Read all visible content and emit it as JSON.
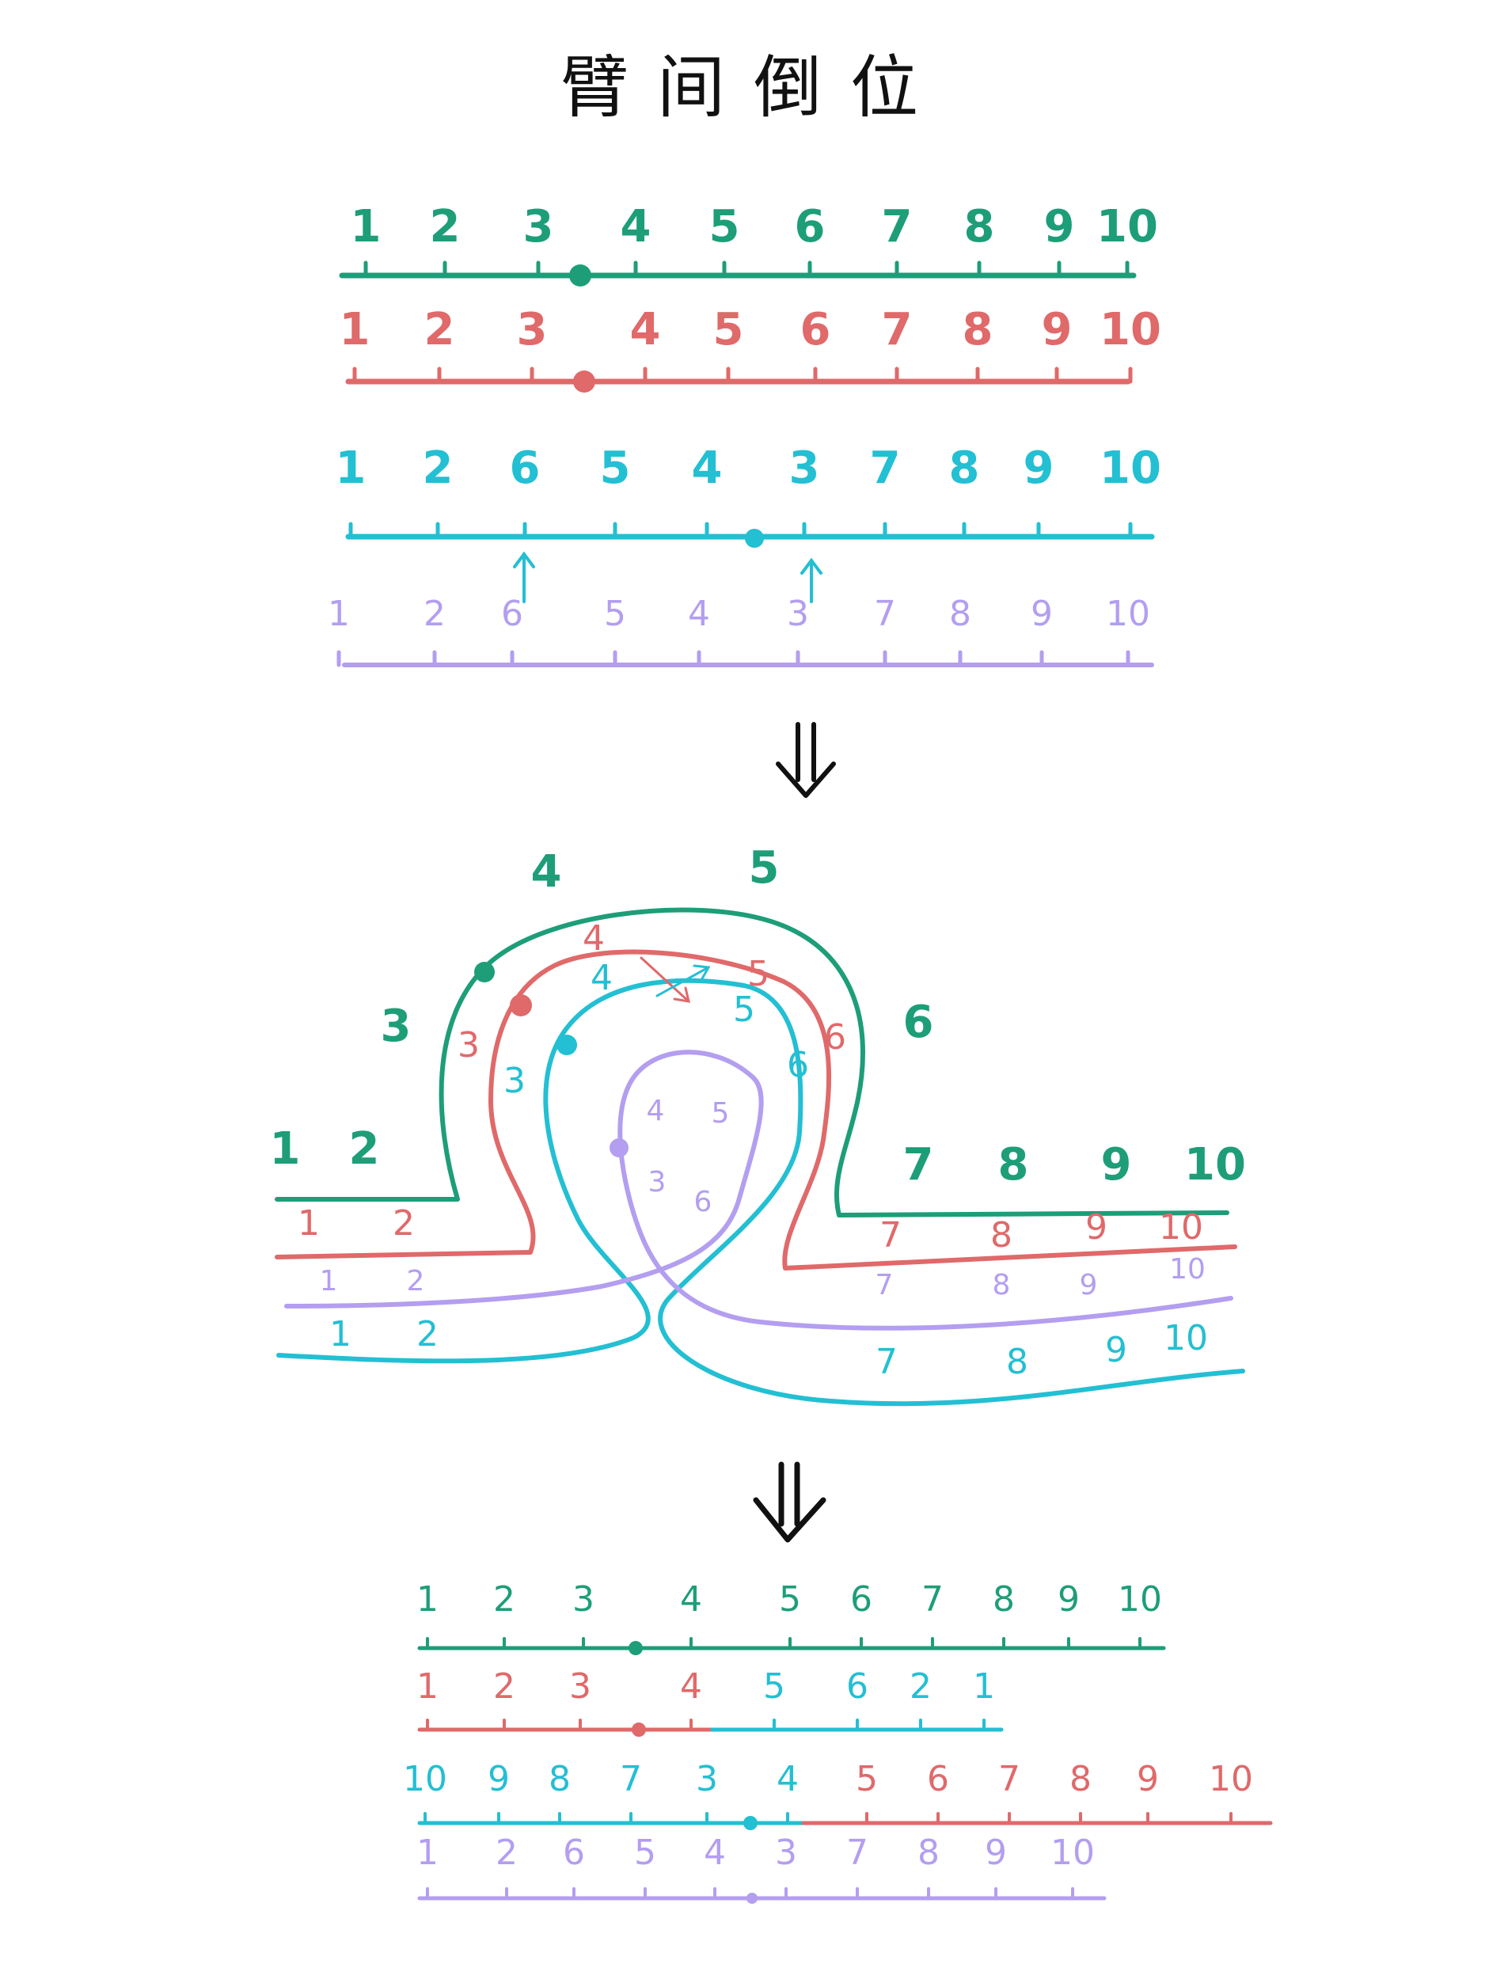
{
  "title": "臂间倒位",
  "colors": {
    "green": "#1d9e78",
    "red": "#e0696a",
    "cyan": "#23bfd3",
    "purple": "#b39ef0",
    "ink": "#111111"
  },
  "panel1": {
    "rows": [
      {
        "color": "green",
        "labels": [
          "1",
          "2",
          "3",
          "4",
          "5",
          "6",
          "7",
          "8",
          "9",
          "10"
        ]
      },
      {
        "color": "red",
        "labels": [
          "1",
          "2",
          "3",
          "4",
          "5",
          "6",
          "7",
          "8",
          "9",
          "10"
        ]
      },
      {
        "color": "cyan",
        "labels": [
          "1",
          "2",
          "6",
          "5",
          "4",
          "3",
          "7",
          "8",
          "9",
          "10"
        ]
      },
      {
        "color": "purple",
        "labels": [
          "1",
          "2",
          "6",
          "5",
          "4",
          "3",
          "7",
          "8",
          "9",
          "10"
        ]
      }
    ]
  },
  "panel2": {
    "green": {
      "left": [
        "1",
        "2"
      ],
      "loop": [
        "3",
        "4",
        "5",
        "6"
      ],
      "right": [
        "7",
        "8",
        "9",
        "10"
      ]
    },
    "red": {
      "left": [
        "1",
        "2"
      ],
      "loop": [
        "3",
        "4",
        "5",
        "6"
      ],
      "right": [
        "7",
        "8",
        "9",
        "10"
      ]
    },
    "cyan": {
      "left": [
        "1",
        "2"
      ],
      "loop": [
        "3",
        "4",
        "5",
        "6"
      ],
      "right": [
        "7",
        "8",
        "9",
        "10"
      ]
    },
    "purple": {
      "left": [
        "1",
        "2"
      ],
      "loop": [
        "4",
        "5",
        "3",
        "6"
      ],
      "right": [
        "7",
        "8",
        "9",
        "10"
      ]
    }
  },
  "panel3": {
    "rows": [
      {
        "color": "green",
        "labels": [
          "1",
          "2",
          "3",
          "4",
          "5",
          "6",
          "7",
          "8",
          "9",
          "10"
        ]
      },
      {
        "color": "red",
        "labels": [
          "1",
          "2",
          "3",
          "4",
          "5",
          "6",
          "2",
          "1"
        ]
      },
      {
        "color": "cyan",
        "labels": [
          "10",
          "9",
          "8",
          "7",
          "3",
          "4",
          "5",
          "6",
          "7",
          "8",
          "9",
          "10"
        ]
      },
      {
        "color": "purple",
        "labels": [
          "1",
          "2",
          "6",
          "5",
          "4",
          "3",
          "7",
          "8",
          "9",
          "10"
        ]
      }
    ]
  }
}
